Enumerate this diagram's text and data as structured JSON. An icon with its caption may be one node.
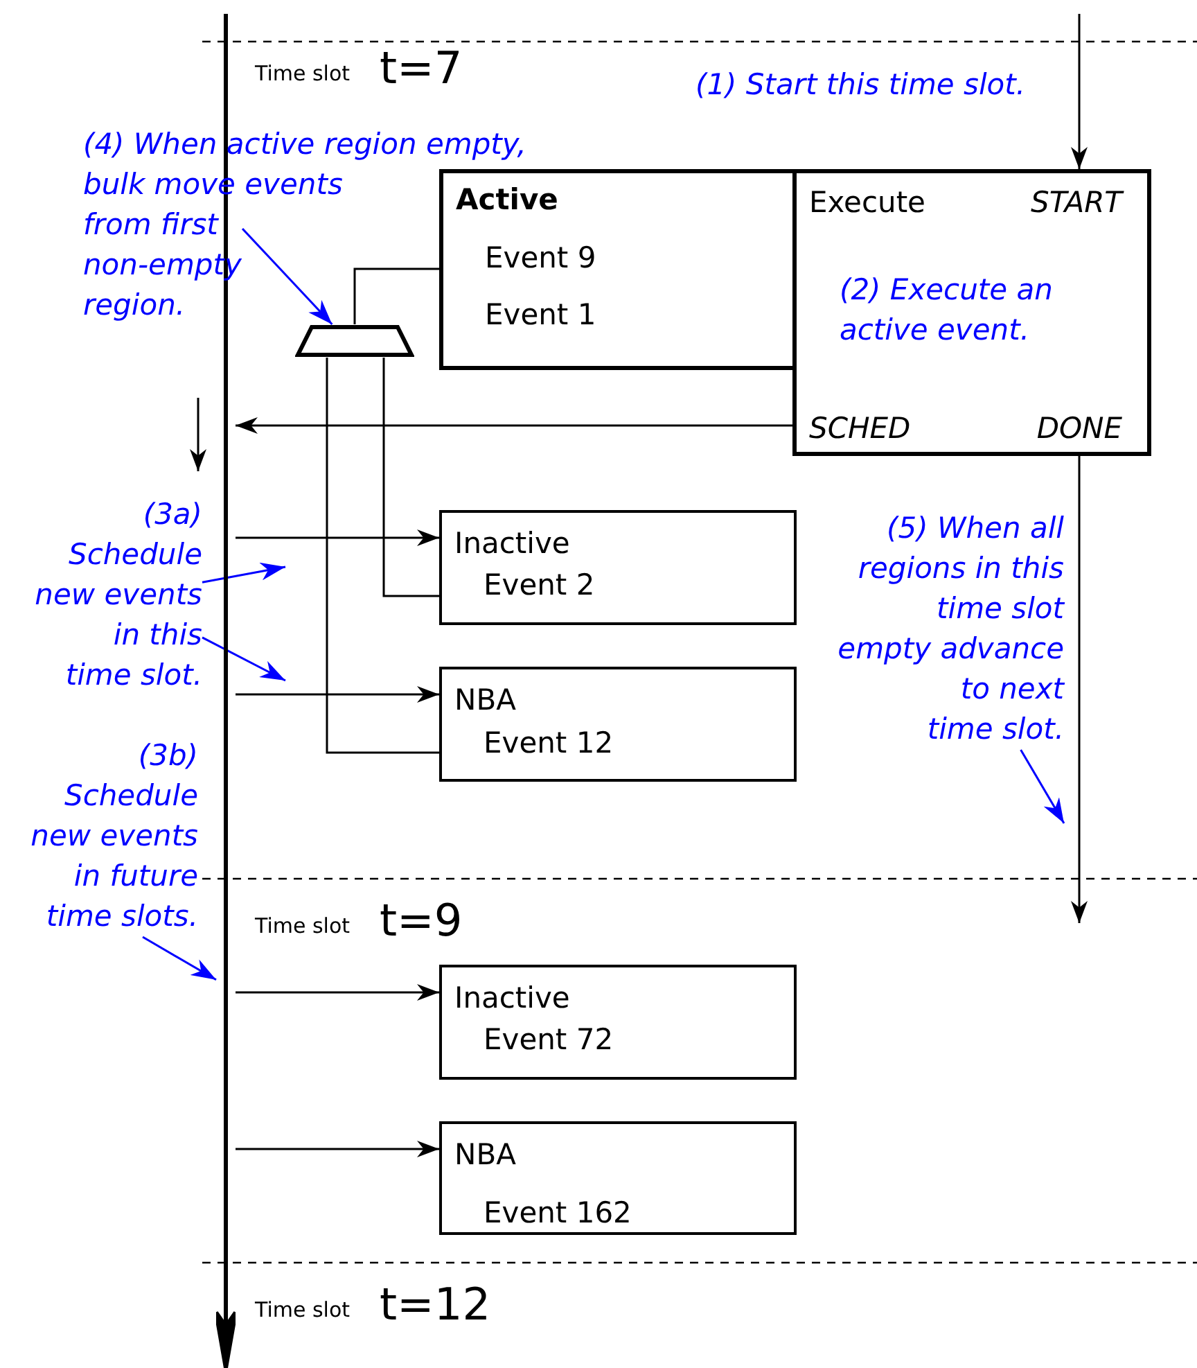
{
  "diagram": {
    "nodes": [
      {
        "text": [],
        "shape": "bar"
      },
      {
        "text": [
          "Active",
          "Event 9",
          "Event 1"
        ]
      },
      {
        "text": [
          "Execute",
          "START",
          "(2) Execute an active event.",
          "SCHED",
          "DONE"
        ]
      },
      {
        "text": [],
        "shape": "trapezoid"
      },
      {
        "text": [
          "Inactive",
          "Event 2"
        ]
      },
      {
        "text": [
          "NBA",
          "Event 12"
        ]
      },
      {
        "text": [
          "Inactive",
          "Event 72"
        ]
      },
      {
        "text": [
          "NBA",
          "Event 162"
        ]
      },
      {
        "text": [
          "(4) When active region empty, bulk move events from first non-empty region."
        ]
      },
      {
        "text": [
          "(3a) Schedule new events in this time slot."
        ]
      },
      {
        "text": [
          "(3b) Schedule new events in future time slots."
        ]
      },
      {
        "text": [
          "(5) When all regions in this time slot empty advance to next time slot."
        ]
      }
    ],
    "edges": [
      {
        "from": null,
        "to": 2,
        "arrow": "to"
      },
      {
        "from": 2,
        "to": 0,
        "arrow": "to"
      },
      {
        "from": 0,
        "to": 4,
        "arrow": "to"
      },
      {
        "from": 0,
        "to": 5,
        "arrow": "to"
      },
      {
        "from": 0,
        "to": 6,
        "arrow": "to"
      },
      {
        "from": 0,
        "to": 7,
        "arrow": "to"
      },
      {
        "from": 2,
        "to": null,
        "arrow": "to"
      },
      {
        "from": 3,
        "to": 1,
        "arrow": "none"
      },
      {
        "from": 4,
        "to": 3,
        "arrow": "none"
      },
      {
        "from": 5,
        "to": 3,
        "arrow": "none"
      },
      {
        "from": 8,
        "to": 3,
        "arrow": "to",
        "color": "#0000ff"
      },
      {
        "from": 9,
        "to": null,
        "arrow": "to",
        "color": "#0000ff"
      },
      {
        "from": 9,
        "to": null,
        "arrow": "to",
        "color": "#0000ff"
      },
      {
        "from": 10,
        "to": 0,
        "arrow": "to",
        "color": "#0000ff"
      },
      {
        "from": 11,
        "to": null,
        "arrow": "to",
        "color": "#0000ff"
      }
    ],
    "labels": [
      "Time slot",
      "t=7",
      "(1) Start this time slot.",
      "Time slot",
      "t=9",
      "Time slot",
      "t=12"
    ]
  }
}
